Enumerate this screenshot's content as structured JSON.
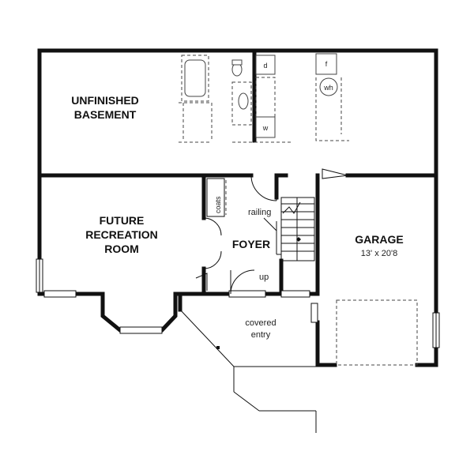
{
  "rooms": {
    "basement": [
      "UNFINISHED",
      "BASEMENT"
    ],
    "recreation": [
      "FUTURE",
      "RECREATION",
      "ROOM"
    ],
    "foyer": "FOYER",
    "garage": "GARAGE",
    "garage_size": "13' x 20'8",
    "covered_entry": [
      "covered",
      "entry"
    ]
  },
  "annotations": {
    "coats": "coats",
    "railing": "railing",
    "up": "up",
    "furnace": "f",
    "water_heater": "wh",
    "dryer": "d",
    "washer": "w"
  }
}
